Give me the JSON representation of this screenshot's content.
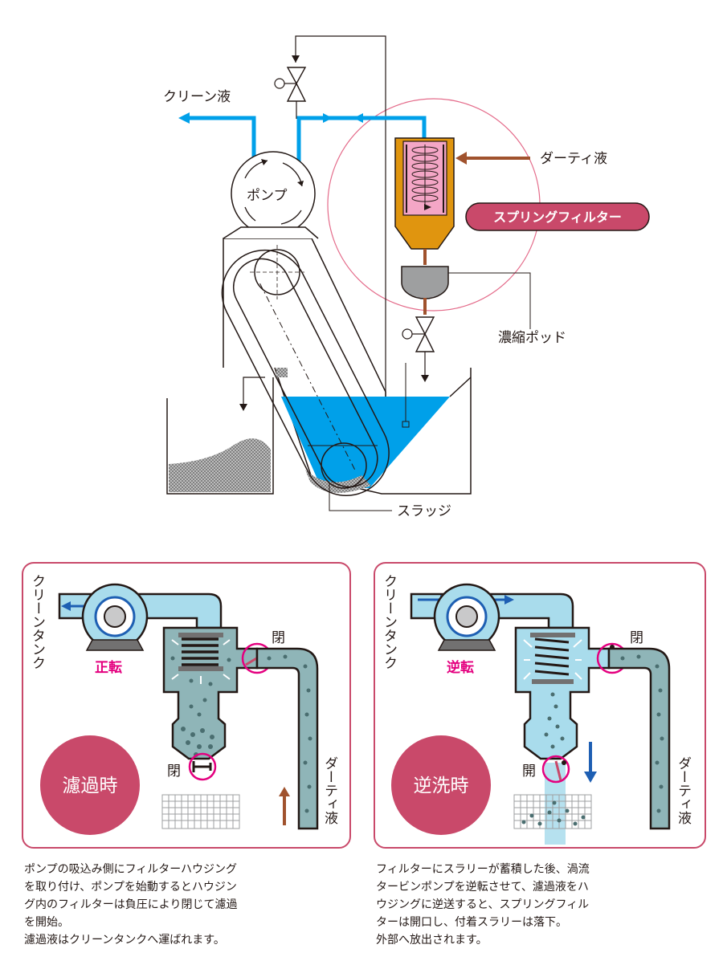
{
  "system": {
    "clean_liquid": "クリーン液",
    "pump": "ポンプ",
    "dirty_liquid": "ダーティ液",
    "spring_filter": "スプリングフィルター",
    "concentration_pod": "濃縮ポッド",
    "sludge": "スラッジ"
  },
  "panels": [
    {
      "clean_tank": "クリーンタンク",
      "rotation": "正転",
      "valve_top": "閉",
      "valve_bottom": "閉",
      "dirty_liquid": "ダーティ液",
      "mode": "濾過時",
      "caption": "ポンプの吸込み側にフィルターハウジング\nを取り付け、ポンプを始動するとハウジン\nグ内のフィルターは負圧により閉じて濾過\nを開始。\n濾過液はクリーンタンクへ運ばれます。"
    },
    {
      "clean_tank": "クリーンタンク",
      "rotation": "逆転",
      "valve_top": "閉",
      "valve_bottom": "開",
      "dirty_liquid": "ダーティ液",
      "mode": "逆洗時",
      "caption": "フィルターにスラリーが蓄積した後、渦流\nタービンポンプを逆転させて、濾過液をハ\nウジングに逆送すると、スプリングフィル\nターは開口し、付着スラリーは落下。\n外部へ放出されます。"
    }
  ],
  "colors": {
    "clean_pipe": "#00a0e9",
    "dirty_pipe": "#a0522d",
    "magenta": "#e4007f",
    "badge": "#c9496a",
    "filter_body": "#e0950f",
    "pink": "#f4a6c6",
    "panel_border": "#c9496a",
    "panel_pipe": "#a9dcec",
    "dirty_fill": "#8fb5b8"
  }
}
